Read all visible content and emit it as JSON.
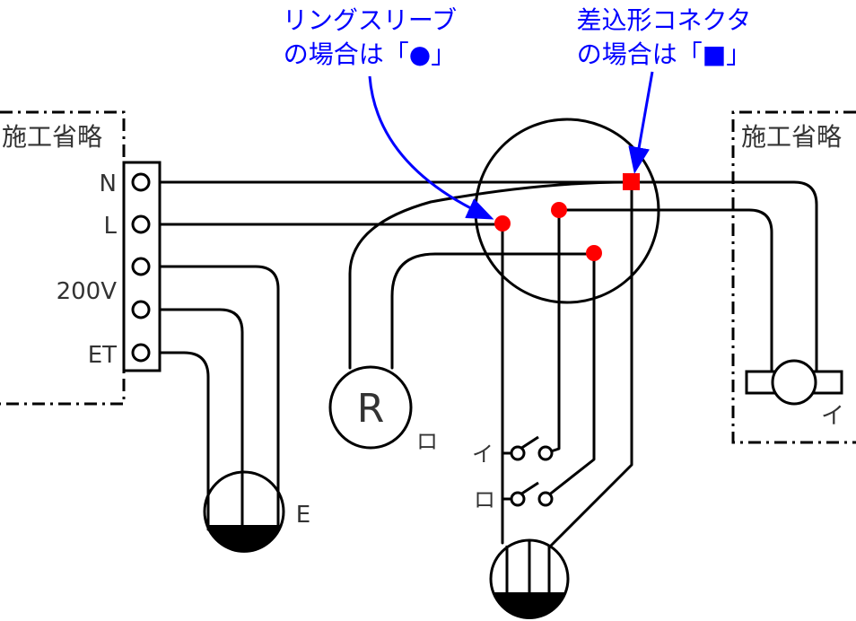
{
  "left_area": {
    "label": "施工省略",
    "terminals": [
      "N",
      "L",
      "200V",
      "ET"
    ]
  },
  "right_area": {
    "label": "施工省略",
    "lamp_label": "イ"
  },
  "callouts": {
    "ring_sleeve": [
      "リングスリーブ",
      "の場合は「●」"
    ],
    "push_connector": [
      "差込形コネクタ",
      "の場合は「■」"
    ]
  },
  "lamp_r": {
    "symbol": "R",
    "label": "ロ"
  },
  "switches": {
    "upper": "イ",
    "lower": "ロ"
  },
  "outlet_e_label": "E",
  "colors": {
    "wire": "#000000",
    "junction": "#ff0000",
    "callout": "#0000ff"
  }
}
